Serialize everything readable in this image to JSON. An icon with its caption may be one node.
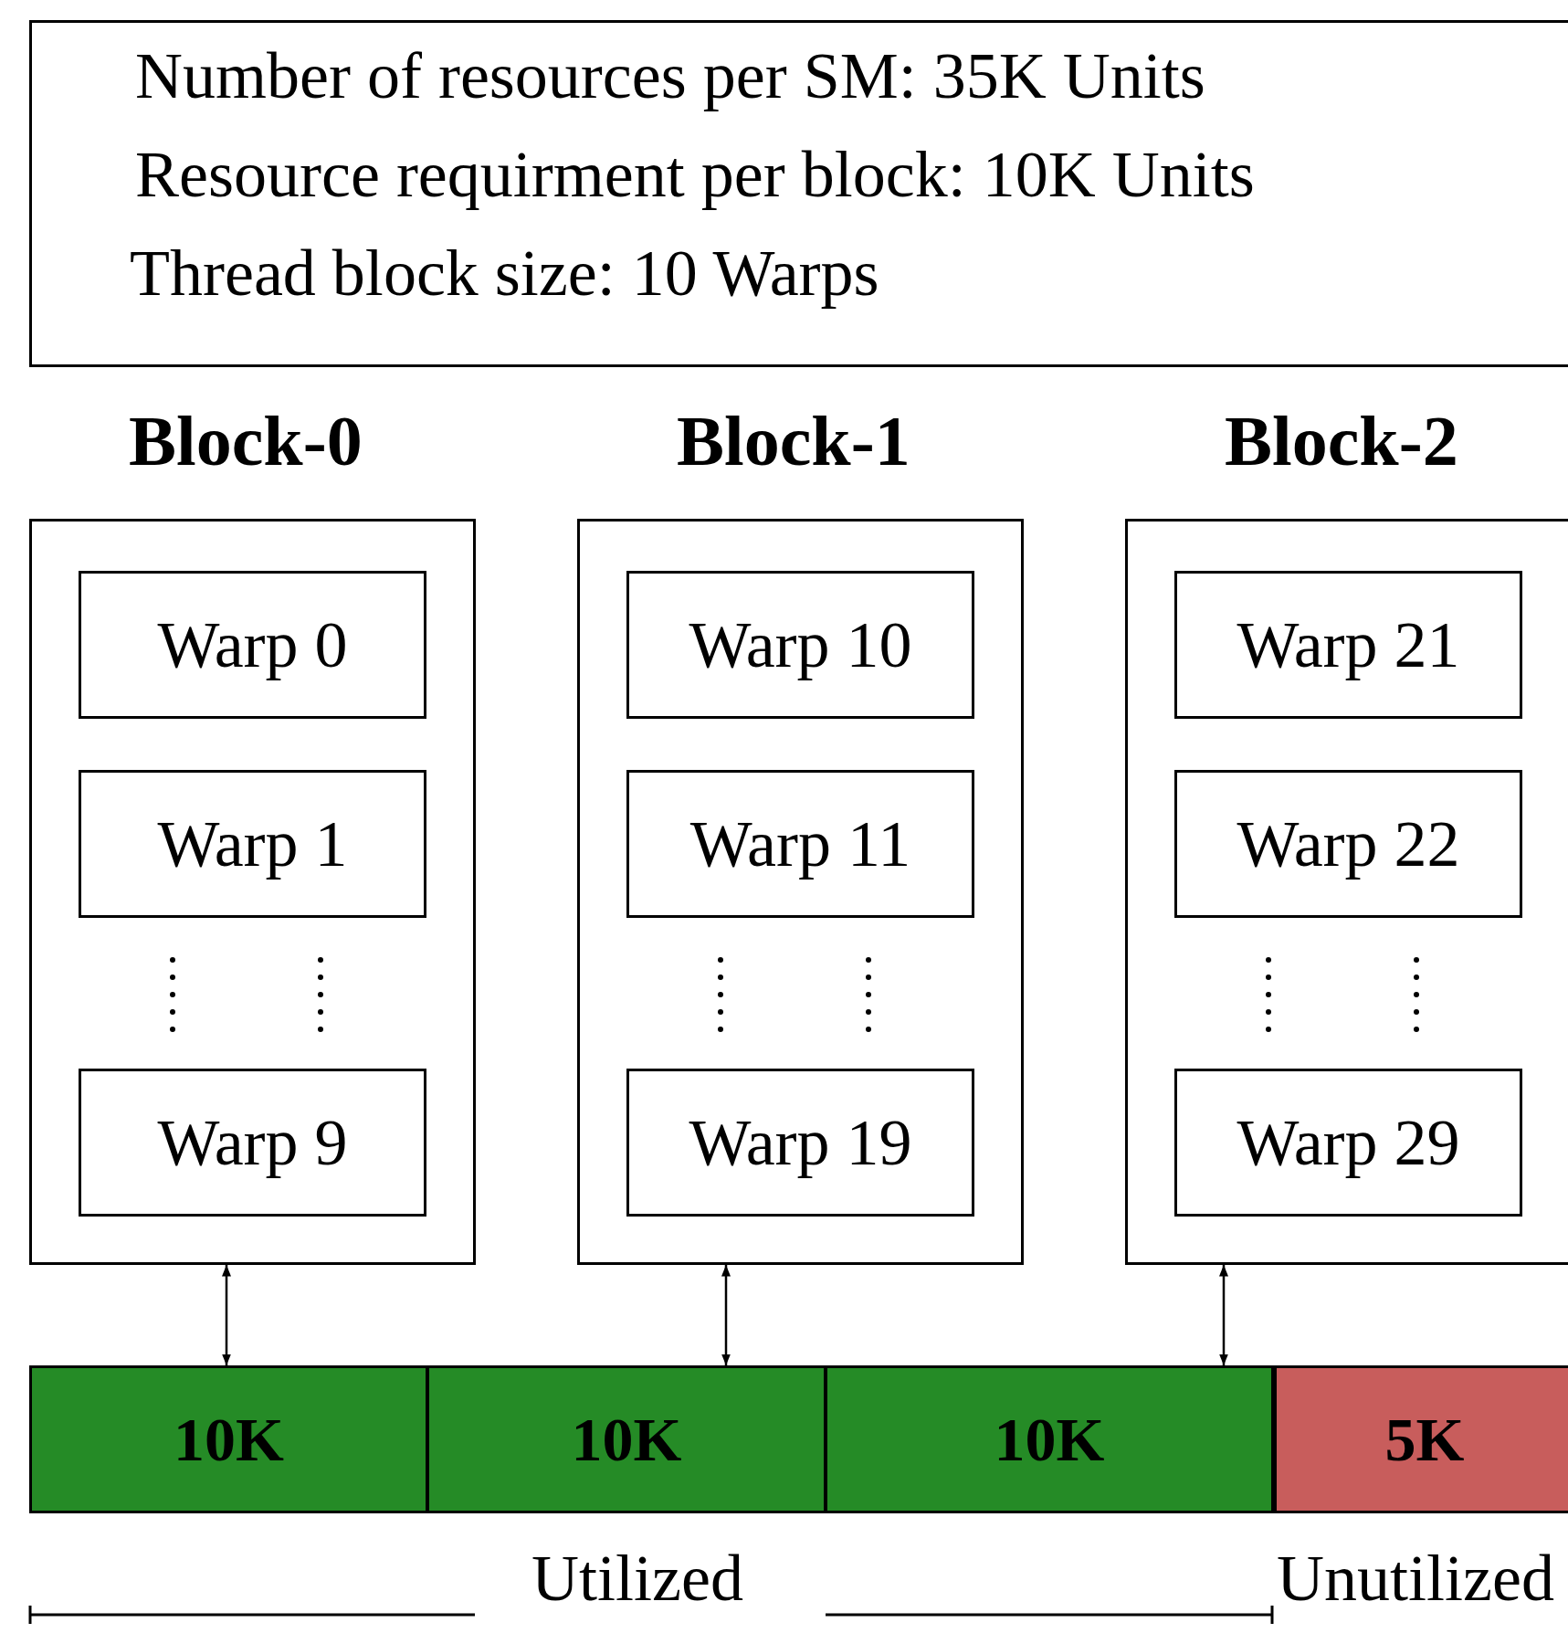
{
  "diagram": {
    "nodes": [
      {
        "text": [
          "Number of resources per SM: 35K Units",
          "Resource requirment per block: 10K Units",
          "Thread block size: 10 Warps"
        ]
      },
      {
        "text": [
          "Block-0"
        ]
      },
      {
        "text": [
          "Warp 0"
        ],
        "in": 1
      },
      {
        "text": [
          "Warp 1"
        ],
        "in": 1
      },
      {
        "text": [
          "Warp 9"
        ],
        "in": 1
      },
      {
        "text": [
          "Block-1"
        ]
      },
      {
        "text": [
          "Warp 10"
        ],
        "in": 5
      },
      {
        "text": [
          "Warp 11"
        ],
        "in": 5
      },
      {
        "text": [
          "Warp 19"
        ],
        "in": 5
      },
      {
        "text": [
          "Block-2"
        ]
      },
      {
        "text": [
          "Warp 21"
        ],
        "in": 9
      },
      {
        "text": [
          "Warp 22"
        ],
        "in": 9
      },
      {
        "text": [
          "Warp 29"
        ],
        "in": 9
      },
      {
        "text": [
          "10K"
        ]
      },
      {
        "text": [
          "10K"
        ]
      },
      {
        "text": [
          "10K"
        ]
      },
      {
        "text": [
          "5K"
        ]
      }
    ],
    "edges": [
      {
        "from": 1,
        "to": 13,
        "arrow": "both"
      },
      {
        "from": 5,
        "to": 14,
        "arrow": "both"
      },
      {
        "from": 9,
        "to": 15,
        "arrow": "both"
      }
    ],
    "labels": [
      "Utilized",
      "Unutilized"
    ]
  }
}
